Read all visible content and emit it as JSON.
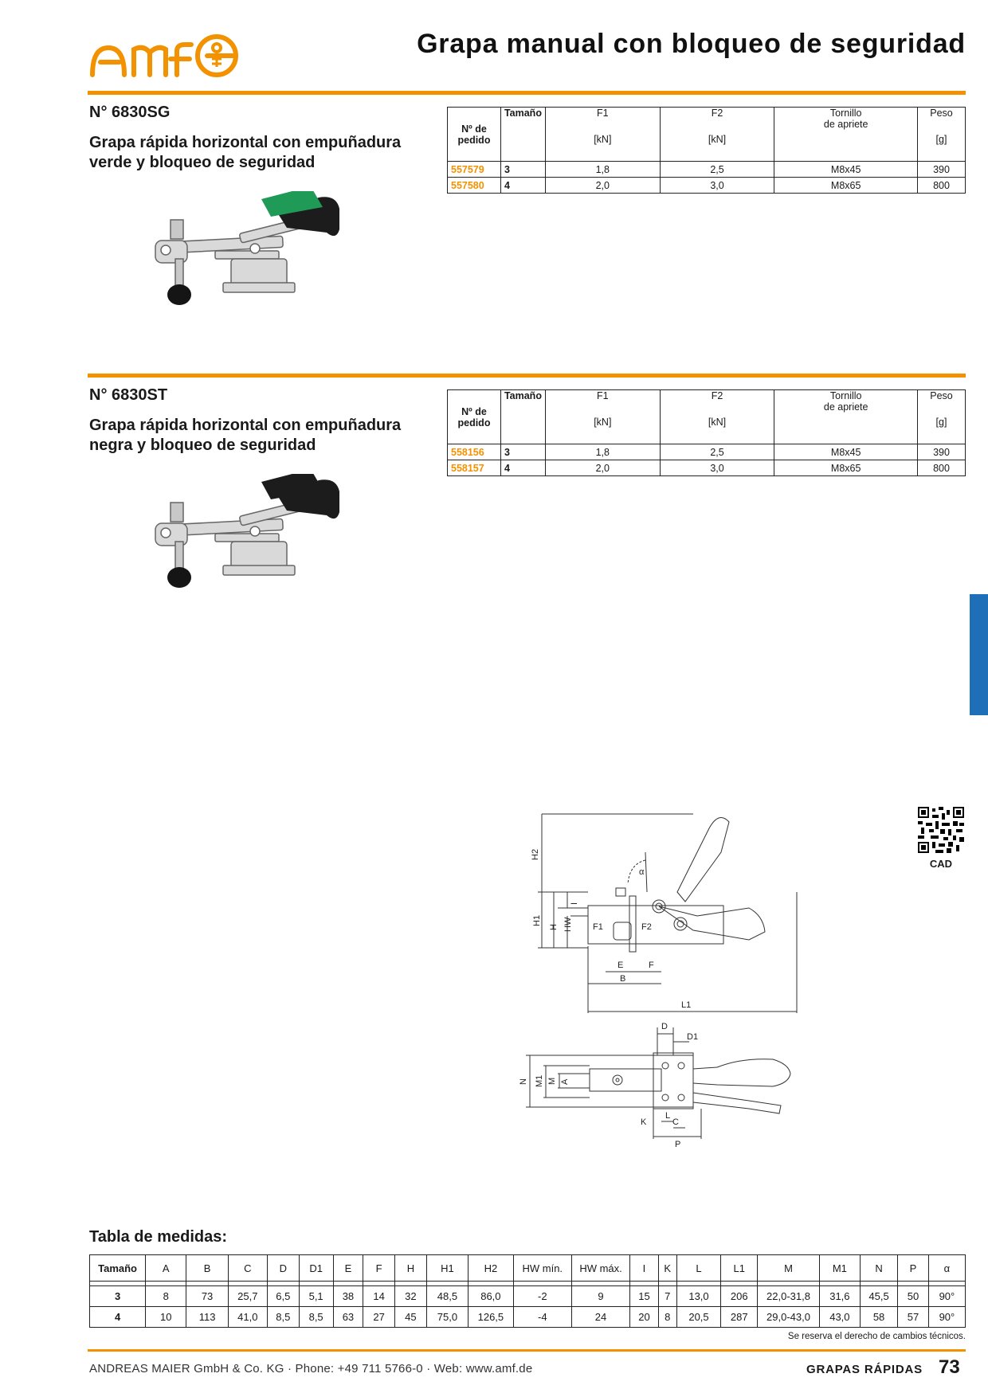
{
  "header": {
    "brand": "amf",
    "title": "Grapa manual con bloqueo de seguridad",
    "accent_color": "#f39200"
  },
  "products": [
    {
      "number": "N° 6830SG",
      "desc_line1": "Grapa rápida horizontal con empuñadura",
      "desc_line2": "verde y bloqueo de seguridad",
      "handle_color": "#1f9a57",
      "rows": [
        {
          "code": "557579",
          "size": "3",
          "f1": "1,8",
          "f2": "2,5",
          "screw": "M8x45",
          "weight": "390"
        },
        {
          "code": "557580",
          "size": "4",
          "f1": "2,0",
          "f2": "3,0",
          "screw": "M8x65",
          "weight": "800"
        }
      ]
    },
    {
      "number": "N° 6830ST",
      "desc_line1": "Grapa rápida horizontal con empuñadura",
      "desc_line2": "negra y bloqueo de seguridad",
      "handle_color": "#1c1c1c",
      "rows": [
        {
          "code": "558156",
          "size": "3",
          "f1": "1,8",
          "f2": "2,5",
          "screw": "M8x45",
          "weight": "390"
        },
        {
          "code": "558157",
          "size": "4",
          "f1": "2,0",
          "f2": "3,0",
          "screw": "M8x65",
          "weight": "800"
        }
      ]
    }
  ],
  "spec_headers": {
    "order_1": "Nº de",
    "order_2": "pedido",
    "size": "Tamaño",
    "f1": "F1",
    "f1_unit": "[kN]",
    "f2": "F2",
    "f2_unit": "[kN]",
    "screw_1": "Tornillo",
    "screw_2": "de apriete",
    "weight": "Peso",
    "weight_unit": "[g]"
  },
  "drawing_labels": {
    "h2": "H2",
    "alpha": "α",
    "i": "I",
    "h1": "H1",
    "h": "H",
    "hw": "HW",
    "f1": "F1",
    "f2": "F2",
    "e": "E",
    "f": "F",
    "b": "B",
    "l1": "L1",
    "d": "D",
    "d1": "D1",
    "n": "N",
    "m1": "M1",
    "m": "M",
    "a": "A",
    "l": "L",
    "k": "K",
    "c": "C",
    "p": "P"
  },
  "cad_label": "CAD",
  "measures": {
    "title": "Tabla de medidas:",
    "headers": [
      "Tamaño",
      "A",
      "B",
      "C",
      "D",
      "D1",
      "E",
      "F",
      "H",
      "H1",
      "H2",
      "HW mín.",
      "HW máx.",
      "I",
      "K",
      "L",
      "L1",
      "M",
      "M1",
      "N",
      "P",
      "α"
    ],
    "rows": [
      [
        "3",
        "8",
        "73",
        "25,7",
        "6,5",
        "5,1",
        "38",
        "14",
        "32",
        "48,5",
        "86,0",
        "-2",
        "9",
        "15",
        "7",
        "13,0",
        "206",
        "22,0-31,8",
        "31,6",
        "45,5",
        "50",
        "90°"
      ],
      [
        "4",
        "10",
        "113",
        "41,0",
        "8,5",
        "8,5",
        "63",
        "27",
        "45",
        "75,0",
        "126,5",
        "-4",
        "24",
        "20",
        "8",
        "20,5",
        "287",
        "29,0-43,0",
        "43,0",
        "58",
        "57",
        "90°"
      ]
    ]
  },
  "note": "Se reserva el derecho de cambios técnicos.",
  "footer": {
    "company": "ANDREAS MAIER GmbH & Co. KG · Phone: +49 711 5766-0 · Web: www.amf.de",
    "section": "GRAPAS RÁPIDAS",
    "page": "73"
  }
}
